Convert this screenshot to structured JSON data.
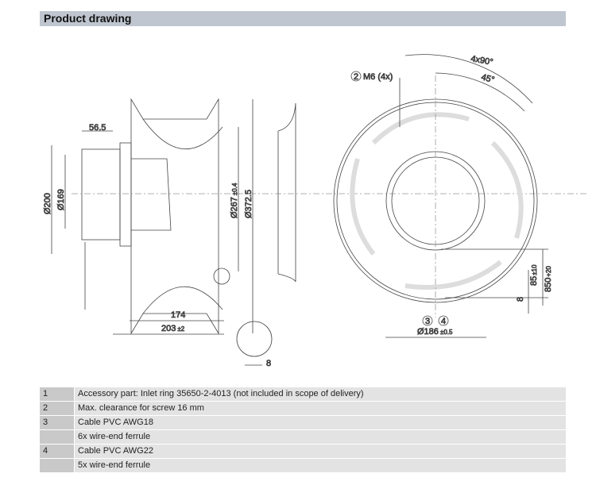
{
  "header": {
    "title": "Product drawing"
  },
  "dimensions": {
    "d565": "56.5",
    "d200": "Ø200",
    "d169": "Ø169",
    "d267": "Ø267",
    "d267tol": "±0.4",
    "d3725": "Ø372.5",
    "d174": "174",
    "d203": "203",
    "d203tol": "±2",
    "d8a": "8",
    "m6": "M6 (4x)",
    "c2": "2",
    "a4x90": "4x90°",
    "a45": "45°",
    "d85": "85",
    "d85tol": "±10",
    "d850": "850",
    "d850tol": "+20",
    "d8b": "8",
    "c3": "3",
    "c4": "4",
    "d186": "Ø186",
    "d186tol": "±0.5"
  },
  "table": [
    {
      "num": "1",
      "text": "Accessory part: Inlet ring 35650-2-4013 (not included in scope of delivery)"
    },
    {
      "num": "2",
      "text": "Max. clearance for screw 16 mm"
    },
    {
      "num": "3",
      "text": "Cable PVC AWG18"
    },
    {
      "num": "",
      "text": "6x wire-end ferrule"
    },
    {
      "num": "4",
      "text": "Cable PVC AWG22"
    },
    {
      "num": "",
      "text": "5x wire-end ferrule"
    }
  ]
}
